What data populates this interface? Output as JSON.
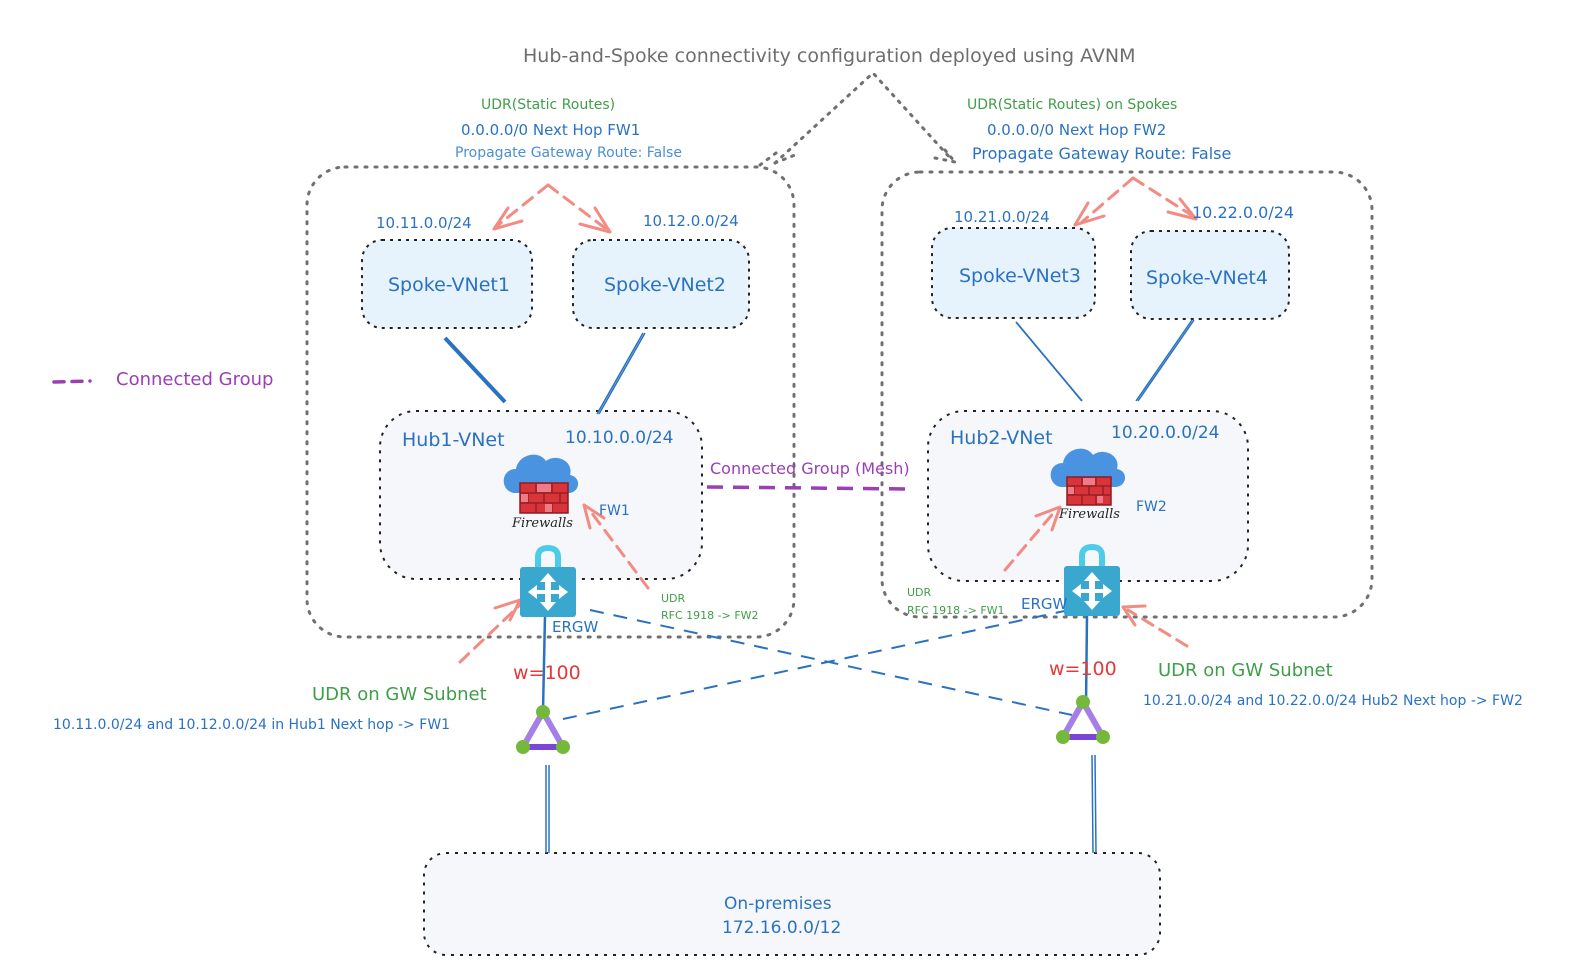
{
  "title": "Hub-and-Spoke connectivity configuration deployed using AVNM",
  "legend": {
    "label": "Connected Group",
    "color": "#9b3fb5"
  },
  "left_region": {
    "udr_title": "UDR(Static Routes)",
    "udr_route": "0.0.0.0/0 Next Hop FW1",
    "udr_propagate": "Propagate Gateway Route: False",
    "spokes": [
      {
        "name": "Spoke-VNet1",
        "cidr": "10.11.0.0/24"
      },
      {
        "name": "Spoke-VNet2",
        "cidr": "10.12.0.0/24"
      }
    ],
    "hub": {
      "name": "Hub1-VNet",
      "cidr": "10.10.0.0/24",
      "firewall_label": "Firewalls",
      "fw_name": "FW1",
      "gateway": "ERGW"
    },
    "hub_udr_title": "UDR",
    "hub_udr_route": "RFC 1918 -> FW2",
    "gw_udr_title": "UDR on GW Subnet",
    "gw_udr_route": "10.11.0.0/24 and 10.12.0.0/24 in Hub1 Next hop -> FW1",
    "weight": "w=100"
  },
  "right_region": {
    "udr_title": "UDR(Static Routes) on Spokes",
    "udr_route": "0.0.0.0/0 Next Hop FW2",
    "udr_propagate": "Propagate Gateway Route: False",
    "spokes": [
      {
        "name": "Spoke-VNet3",
        "cidr": "10.21.0.0/24"
      },
      {
        "name": "Spoke-VNet4",
        "cidr": "10.22.0.0/24"
      }
    ],
    "hub": {
      "name": "Hub2-VNet",
      "cidr": "10.20.0.0/24",
      "firewall_label": "Firewalls",
      "fw_name": "FW2",
      "gateway": "ERGW"
    },
    "hub_udr_title": "UDR",
    "hub_udr_route": "RFC 1918 -> FW1",
    "gw_udr_title": "UDR on GW Subnet",
    "gw_udr_route": "10.21.0.0/24 and 10.22.0.0/24 Hub2 Next hop -> FW2",
    "weight": "w=100"
  },
  "mesh_label": "Connected Group (Mesh)",
  "onprem": {
    "name": "On-premises",
    "cidr": "172.16.0.0/12"
  },
  "colors": {
    "text_blue": "#2a72c1",
    "text_green": "#3f9e48",
    "text_gray": "#6e6e6e",
    "weight_red": "#e23a3a",
    "udr_arrow": "#f28b82",
    "mesh_purple": "#9b3fb5",
    "spoke_fill": "#e6f3fd",
    "hub_fill": "#f5f7fa",
    "gateway": "#3aa7cf",
    "firewall_red": "#d9343a",
    "cloud_blue": "#4a93e0",
    "circuit_purple": "#a57ee8",
    "circuit_node": "#76b83b"
  }
}
